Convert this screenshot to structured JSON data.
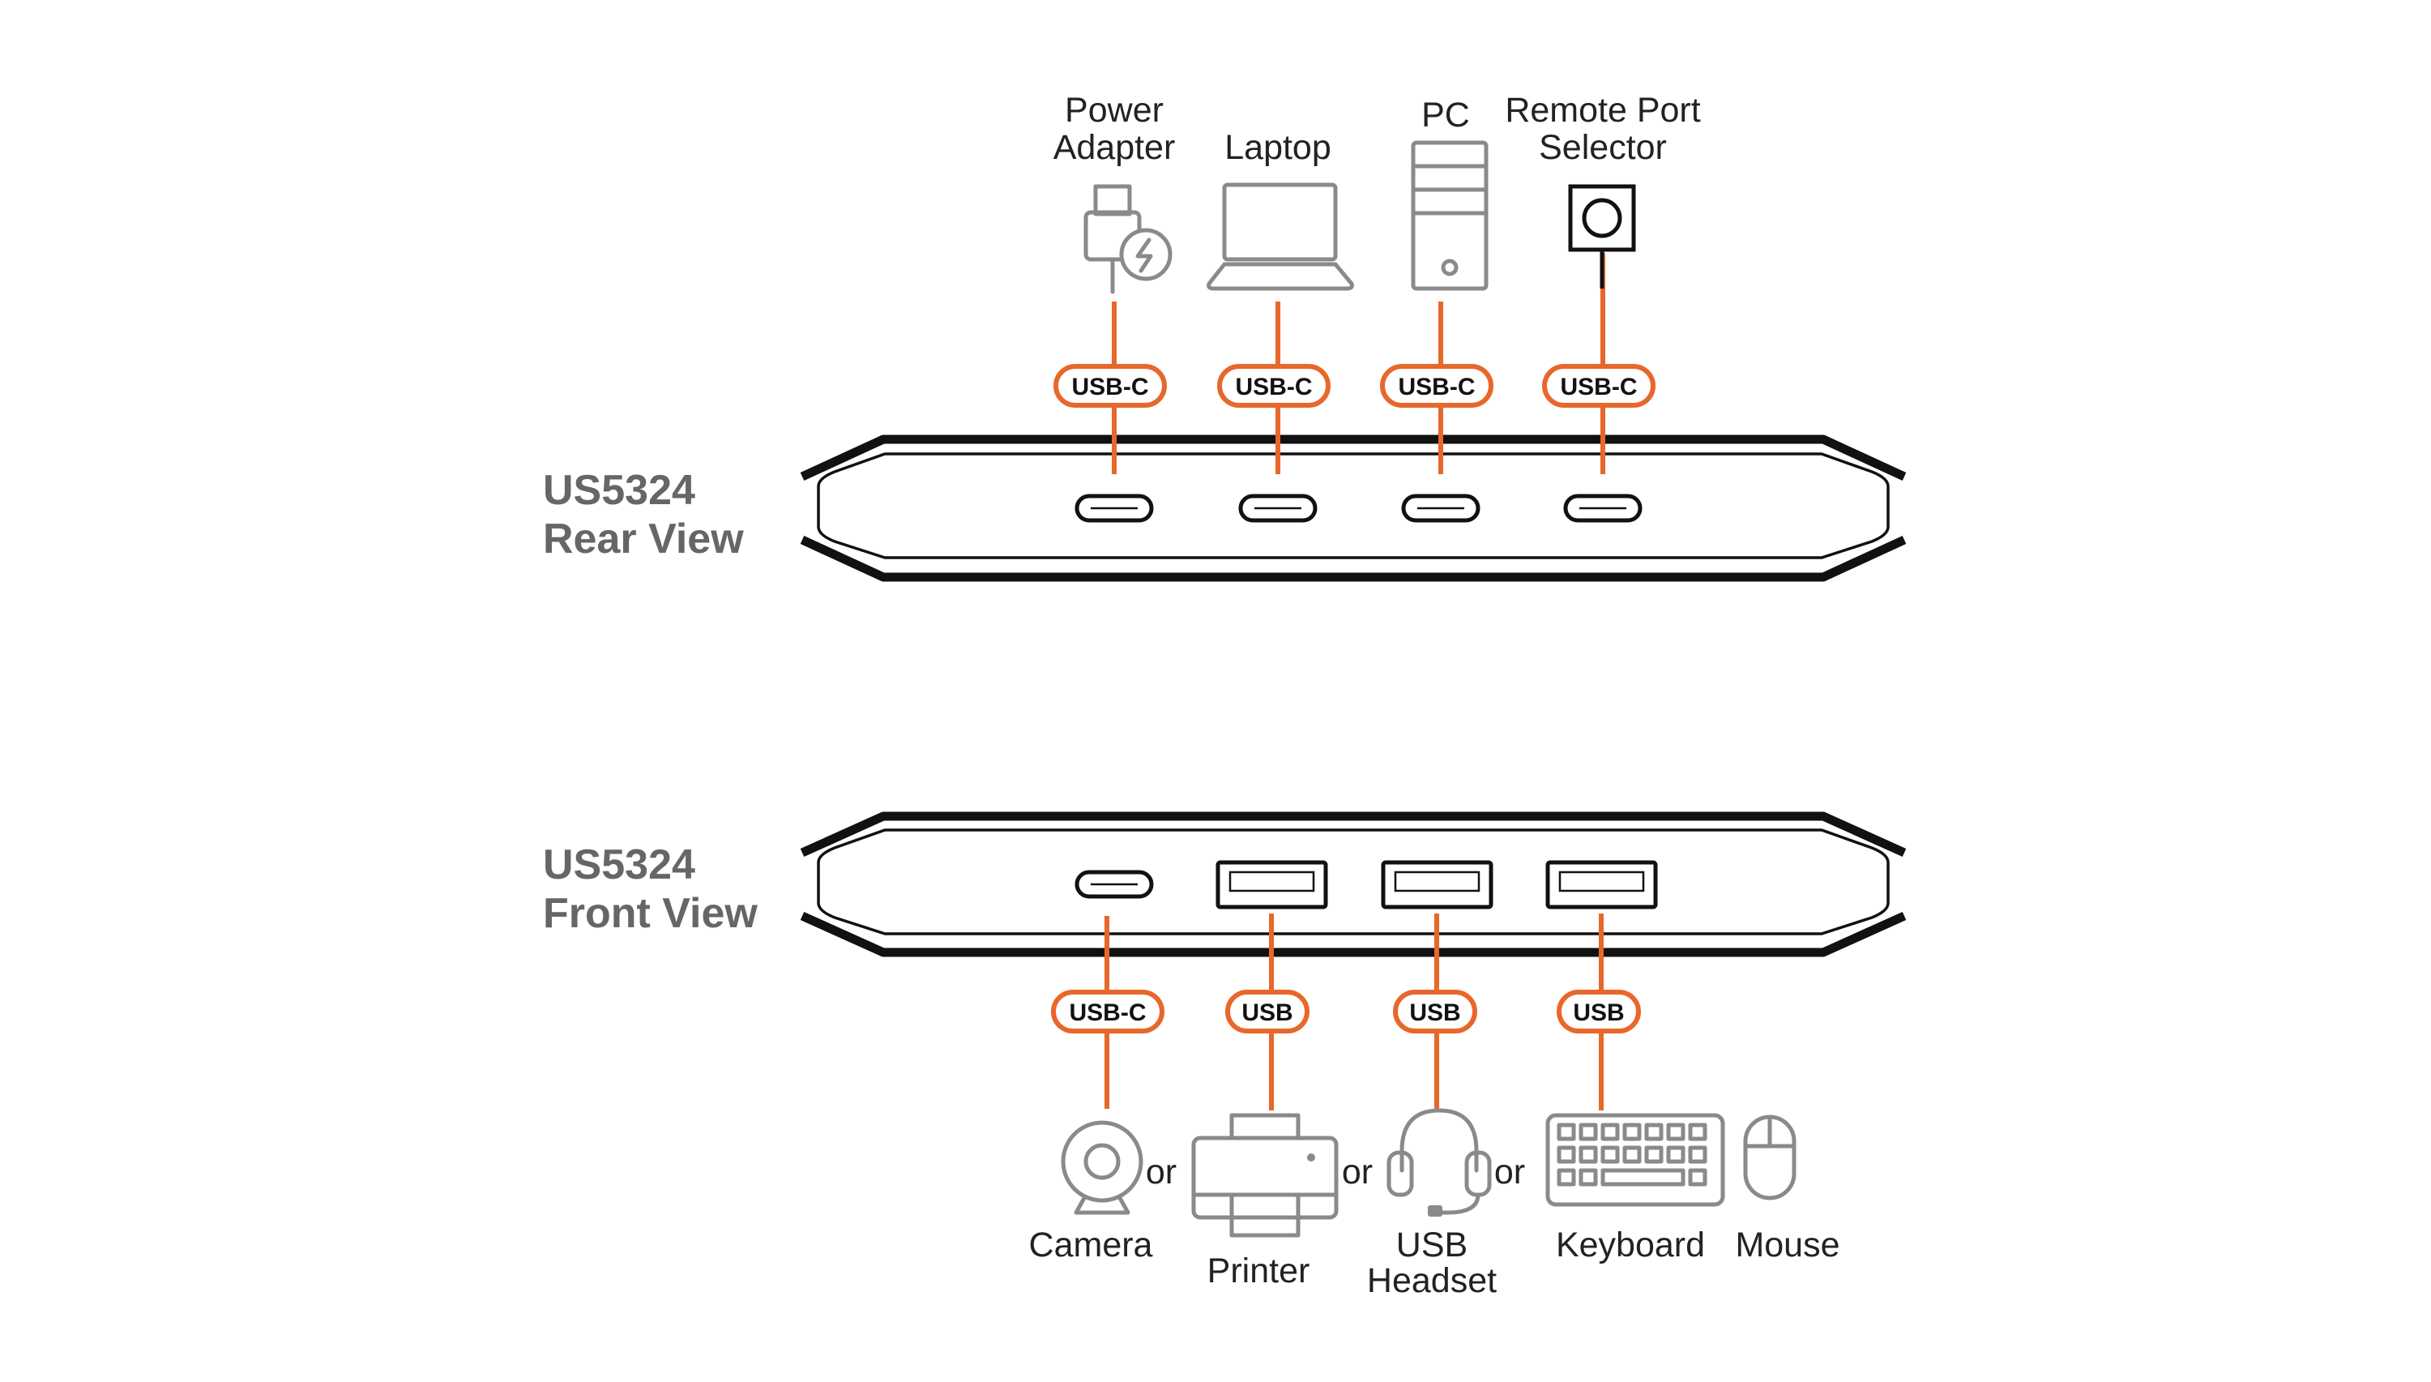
{
  "rear": {
    "title_line1": "US5324",
    "title_line2": "Rear View",
    "devices": [
      {
        "line1": "Power",
        "line2": "Adapter",
        "port": "USB-C",
        "icon": "power-adapter-icon"
      },
      {
        "line1": "Laptop",
        "line2": "",
        "port": "USB-C",
        "icon": "laptop-icon"
      },
      {
        "line1": "PC",
        "line2": "",
        "port": "USB-C",
        "icon": "pc-tower-icon"
      },
      {
        "line1": "Remote Port",
        "line2": "Selector",
        "port": "USB-C",
        "icon": "remote-port-selector-icon"
      }
    ]
  },
  "front": {
    "title_line1": "US5324",
    "title_line2": "Front View",
    "ports": [
      "USB-C",
      "USB",
      "USB",
      "USB"
    ],
    "or_label": "or",
    "devices": [
      {
        "line1": "Camera",
        "line2": "",
        "icon": "camera-icon"
      },
      {
        "line1": "Printer",
        "line2": "",
        "icon": "printer-icon"
      },
      {
        "line1": "USB",
        "line2": "Headset",
        "icon": "headset-icon"
      },
      {
        "line1": "Keyboard",
        "line2": "",
        "icon": "keyboard-icon"
      },
      {
        "line1": "Mouse",
        "line2": "",
        "icon": "mouse-icon"
      }
    ]
  },
  "colors": {
    "accent": "#e8672a",
    "title_gray": "#666666",
    "icon_gray": "#8a8a8a",
    "outline": "#111111"
  }
}
